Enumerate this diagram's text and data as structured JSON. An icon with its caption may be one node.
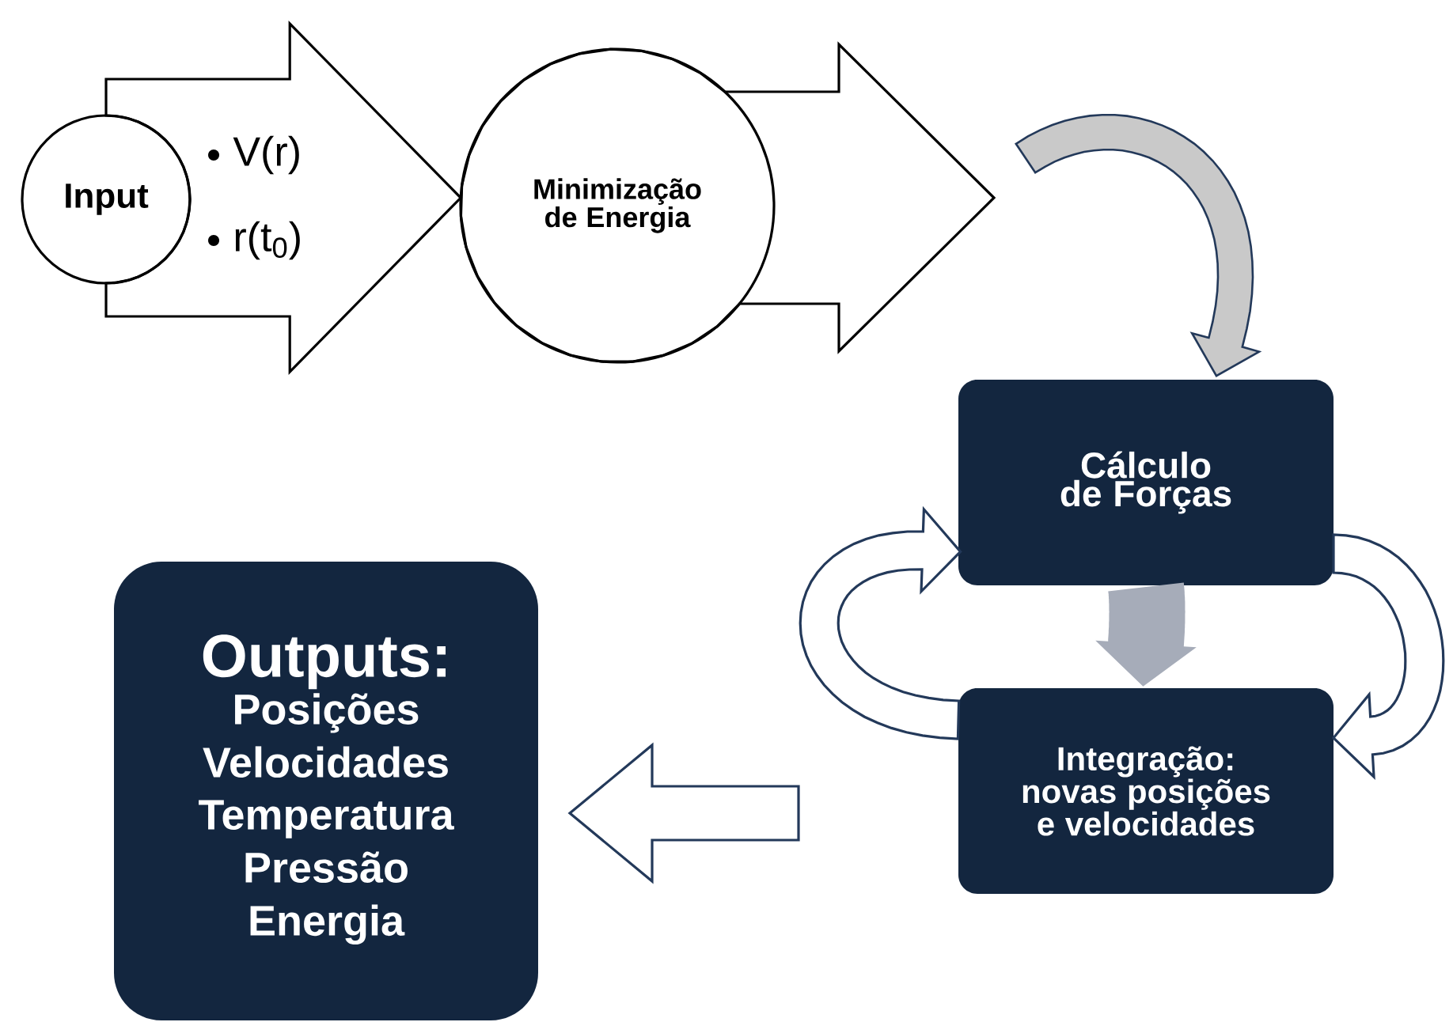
{
  "diagram": {
    "nodes": [
      {
        "text": [
          "Input"
        ],
        "beside": [
          "V(r)",
          "r(t$_{0}$)"
        ]
      },
      {
        "text": [
          "Minimização de Energia"
        ]
      },
      {
        "text": [
          "Cálculo de Forças"
        ]
      },
      {
        "text": [
          "Integração: novas posições e velocidades"
        ]
      },
      {
        "text": [
          "Outputs:",
          "Posições",
          "Velocidades",
          "Temperatura",
          "Pressão",
          "Energia"
        ]
      }
    ],
    "edges": [
      {
        "from": 0,
        "to": 1,
        "arrow": "to"
      },
      {
        "from": 1,
        "to": 2,
        "arrow": "to"
      },
      {
        "from": 2,
        "to": 3,
        "arrow": "to",
        "color": "#a6acb9"
      },
      {
        "from": 2,
        "to": 3,
        "arrow": "to"
      },
      {
        "from": 3,
        "to": 2,
        "arrow": "to"
      },
      {
        "from": 3,
        "to": 4,
        "arrow": "to"
      }
    ]
  }
}
